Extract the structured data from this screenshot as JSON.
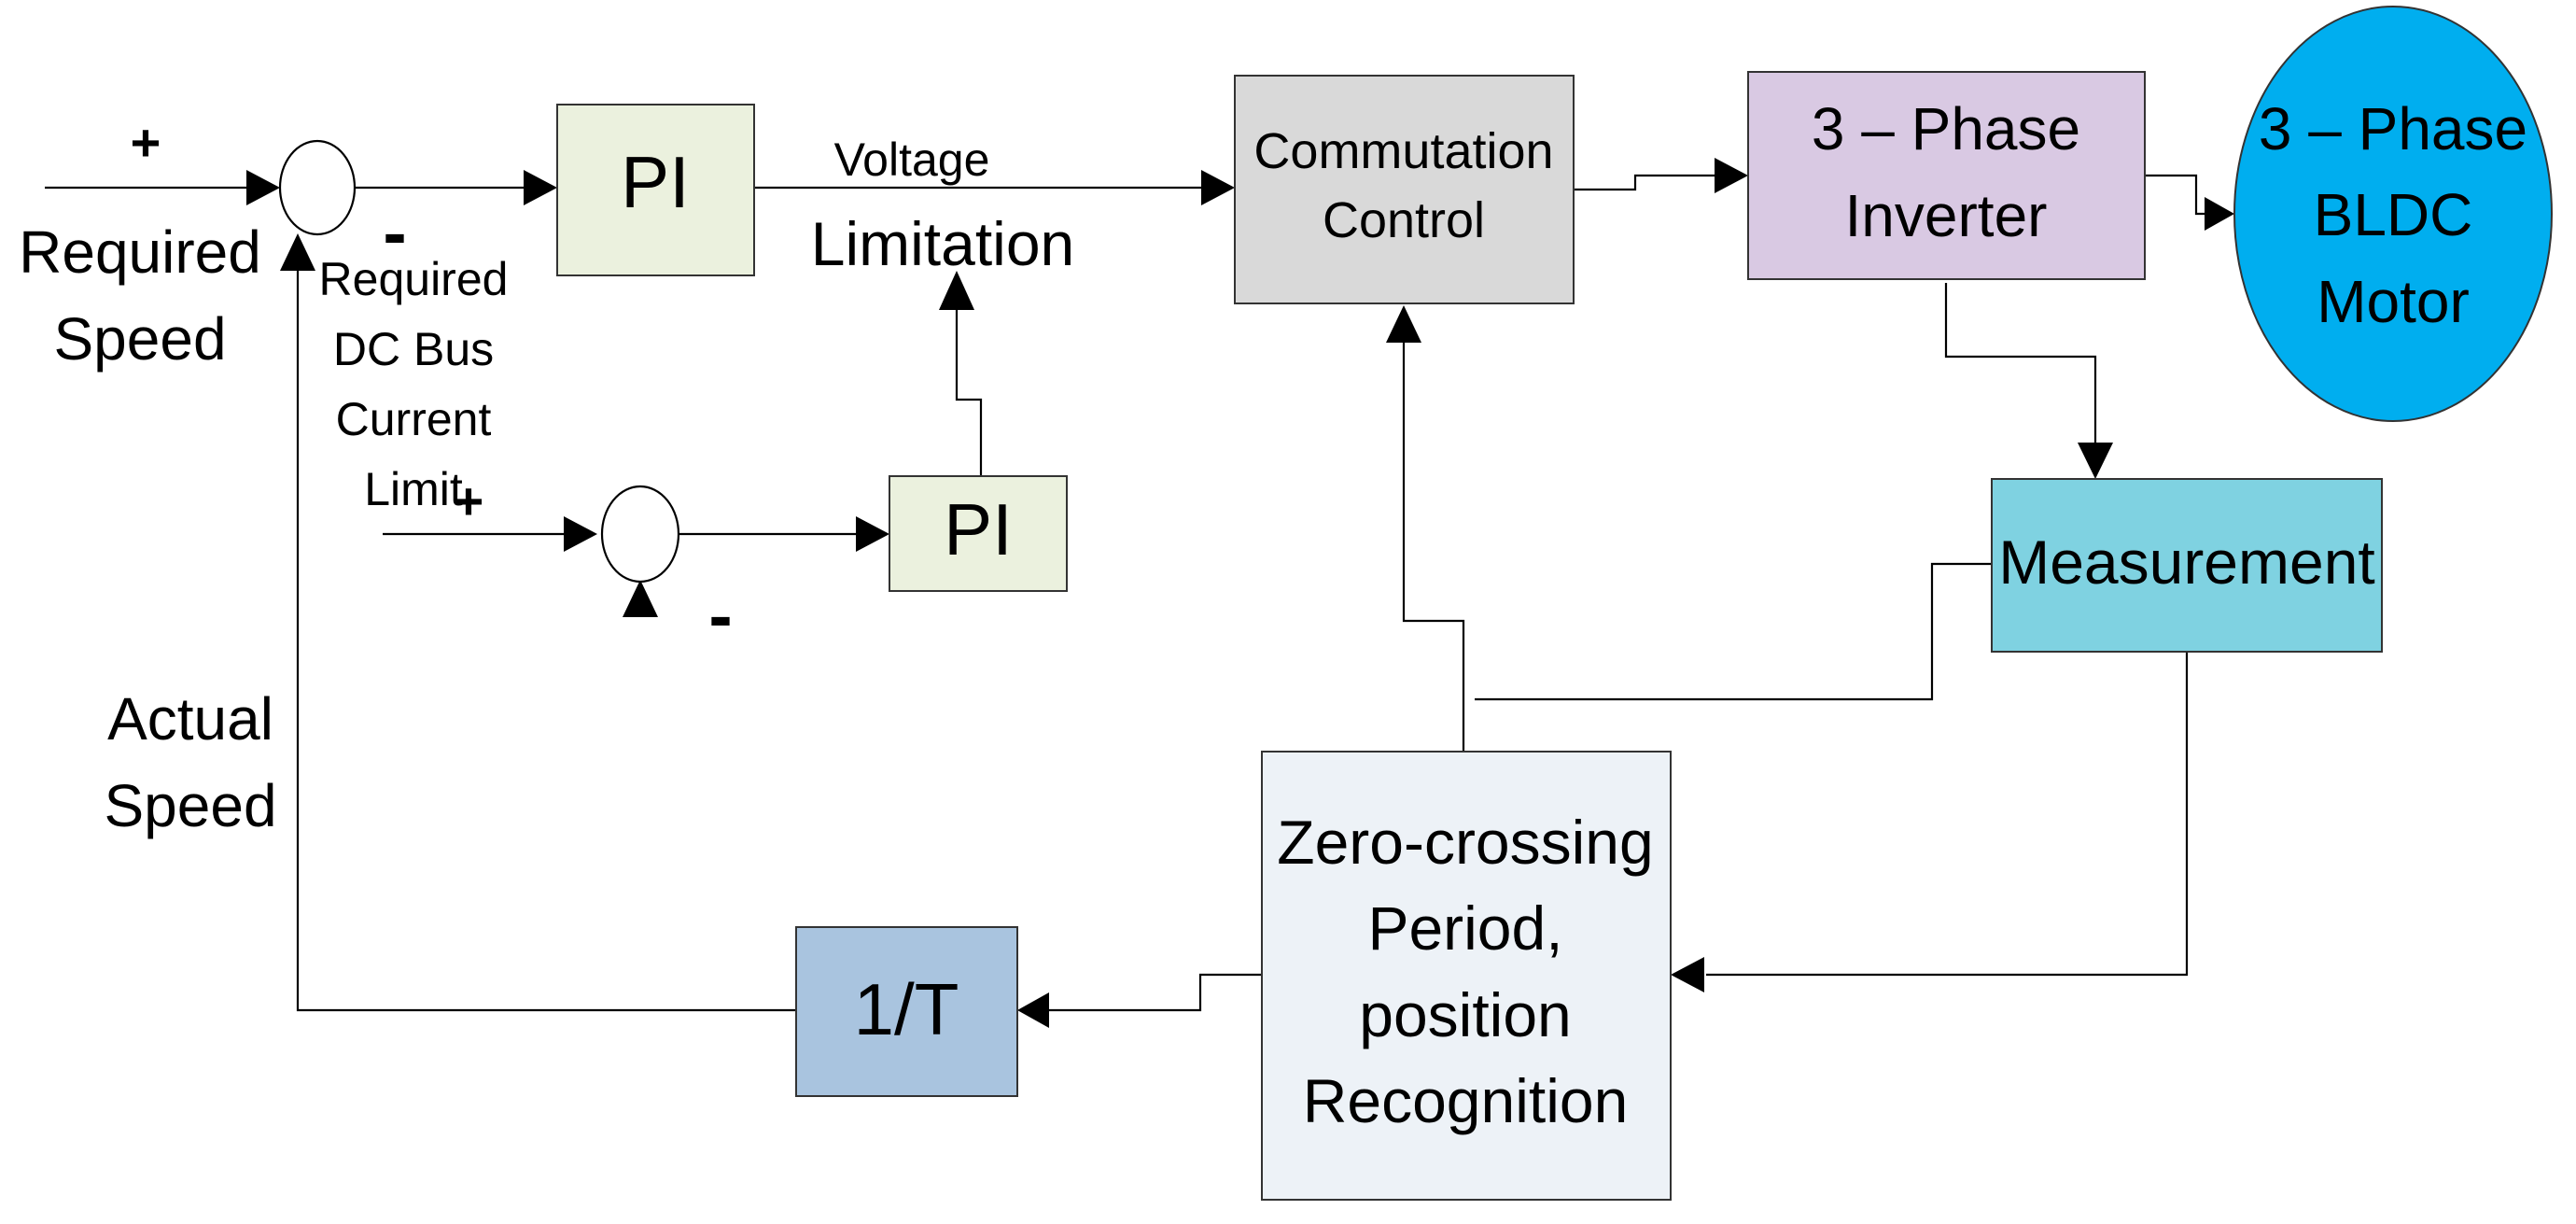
{
  "colors": {
    "pi_fill": "#ebf1de",
    "commutation_fill": "#d9d9d9",
    "inverter_fill": "#d9c9e3",
    "motor_fill": "#00aeef",
    "measurement_fill": "#7fd2e1",
    "zero_crossing_fill": "#edf2f7",
    "inv_t_fill": "#a9c4df"
  },
  "blocks": {
    "pi_speed": {
      "label": "PI"
    },
    "pi_current": {
      "label": "PI"
    },
    "commutation": {
      "line1": "Commutation",
      "line2": "Control"
    },
    "inverter": {
      "line1": "3 – Phase",
      "line2": "Inverter"
    },
    "motor": {
      "line1": "3 – Phase",
      "line2": "BLDC",
      "line3": "Motor"
    },
    "measurement": {
      "label": "Measurement"
    },
    "zero_crossing": {
      "line1": "Zero-crossing",
      "line2": "Period,",
      "line3": "position",
      "line4": "Recognition"
    },
    "inv_t": {
      "label": "1/T"
    }
  },
  "labels": {
    "required_speed": {
      "line1": "Required",
      "line2": "Speed"
    },
    "actual_speed": {
      "line1": "Actual",
      "line2": "Speed"
    },
    "voltage_limitation": {
      "line1": "Voltage",
      "line2": "Limitation"
    },
    "dc_bus_limit": {
      "line1": "Required",
      "line2": "DC Bus",
      "line3": "Current",
      "line4": "Limit"
    }
  },
  "signs": {
    "speed_plus": "+",
    "speed_minus": "-",
    "current_plus": "+",
    "current_minus": "-"
  }
}
